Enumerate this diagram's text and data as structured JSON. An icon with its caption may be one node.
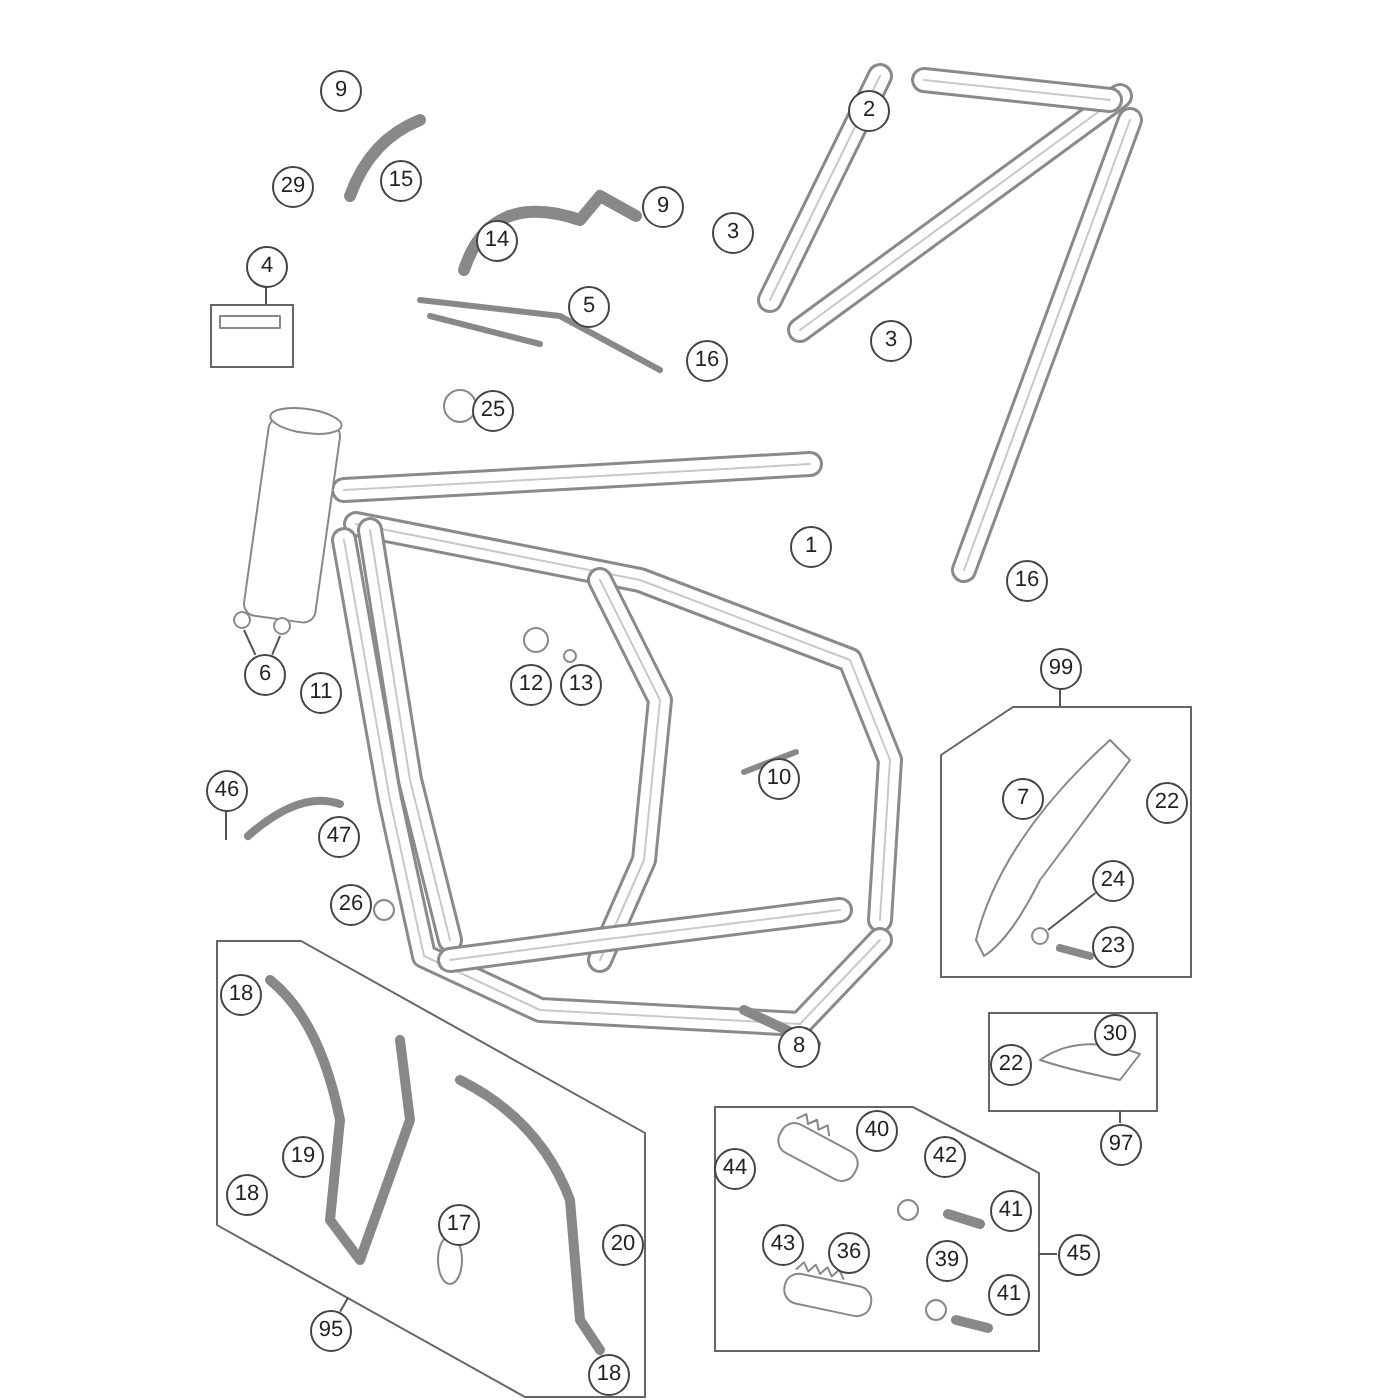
{
  "diagram": {
    "nodes": [
      {
        "text": [
          "9"
        ]
      },
      {
        "text": [
          "2"
        ]
      },
      {
        "text": [
          "29"
        ]
      },
      {
        "text": [
          "15"
        ]
      },
      {
        "text": [
          "14"
        ]
      },
      {
        "text": [
          "9"
        ]
      },
      {
        "text": [
          "3"
        ]
      },
      {
        "text": [
          "4"
        ]
      },
      {
        "text": [],
        "shape": "box"
      },
      {
        "text": [
          "5"
        ]
      },
      {
        "text": [
          "3"
        ]
      },
      {
        "text": [
          "16"
        ]
      },
      {
        "text": [
          "25"
        ]
      },
      {
        "text": [
          "1"
        ]
      },
      {
        "text": [
          "16"
        ]
      },
      {
        "text": [
          "6"
        ]
      },
      {
        "text": [
          "11"
        ]
      },
      {
        "text": [
          "12"
        ]
      },
      {
        "text": [
          "13"
        ]
      },
      {
        "text": [
          "99"
        ]
      },
      {
        "text": [],
        "shape": "box"
      },
      {
        "text": [
          "10"
        ]
      },
      {
        "text": [
          "46"
        ]
      },
      {
        "text": [
          "7"
        ],
        "in": 20
      },
      {
        "text": [
          "22"
        ],
        "in": 20
      },
      {
        "text": [
          "47"
        ]
      },
      {
        "text": [
          "24"
        ],
        "in": 20
      },
      {
        "text": [
          "26"
        ]
      },
      {
        "text": [
          "23"
        ],
        "in": 20
      },
      {
        "text": [],
        "shape": "box"
      },
      {
        "text": [
          "18"
        ],
        "in": 29
      },
      {
        "text": [],
        "shape": "box"
      },
      {
        "text": [
          "30"
        ],
        "in": 31
      },
      {
        "text": [
          "8"
        ]
      },
      {
        "text": [
          "22"
        ],
        "in": 31
      },
      {
        "text": [],
        "shape": "box"
      },
      {
        "text": [
          "40"
        ],
        "in": 35
      },
      {
        "text": [
          "97"
        ]
      },
      {
        "text": [
          "19"
        ],
        "in": 29
      },
      {
        "text": [
          "42"
        ],
        "in": 35
      },
      {
        "text": [
          "44"
        ],
        "in": 35
      },
      {
        "text": [
          "18"
        ],
        "in": 29
      },
      {
        "text": [
          "41"
        ],
        "in": 35
      },
      {
        "text": [
          "17"
        ],
        "in": 29
      },
      {
        "text": [
          "20"
        ],
        "in": 29
      },
      {
        "text": [
          "43"
        ],
        "in": 35
      },
      {
        "text": [
          "36"
        ],
        "in": 35
      },
      {
        "text": [
          "45"
        ]
      },
      {
        "text": [
          "39"
        ],
        "in": 35
      },
      {
        "text": [
          "41"
        ],
        "in": 35
      },
      {
        "text": [
          "95"
        ]
      },
      {
        "text": [
          "18"
        ],
        "in": 29
      }
    ],
    "edges": [
      {
        "from": 7,
        "to": 8,
        "arrow": "none"
      },
      {
        "from": 15,
        "to": null,
        "arrow": "none"
      },
      {
        "from": 15,
        "to": null,
        "arrow": "none"
      },
      {
        "from": 22,
        "to": null,
        "arrow": "none"
      },
      {
        "from": 19,
        "to": 20,
        "arrow": "none"
      },
      {
        "from": 26,
        "to": null,
        "arrow": "none"
      },
      {
        "from": 37,
        "to": 31,
        "arrow": "none"
      },
      {
        "from": 50,
        "to": 29,
        "arrow": "none"
      },
      {
        "from": 47,
        "to": 35,
        "arrow": "none"
      }
    ]
  }
}
